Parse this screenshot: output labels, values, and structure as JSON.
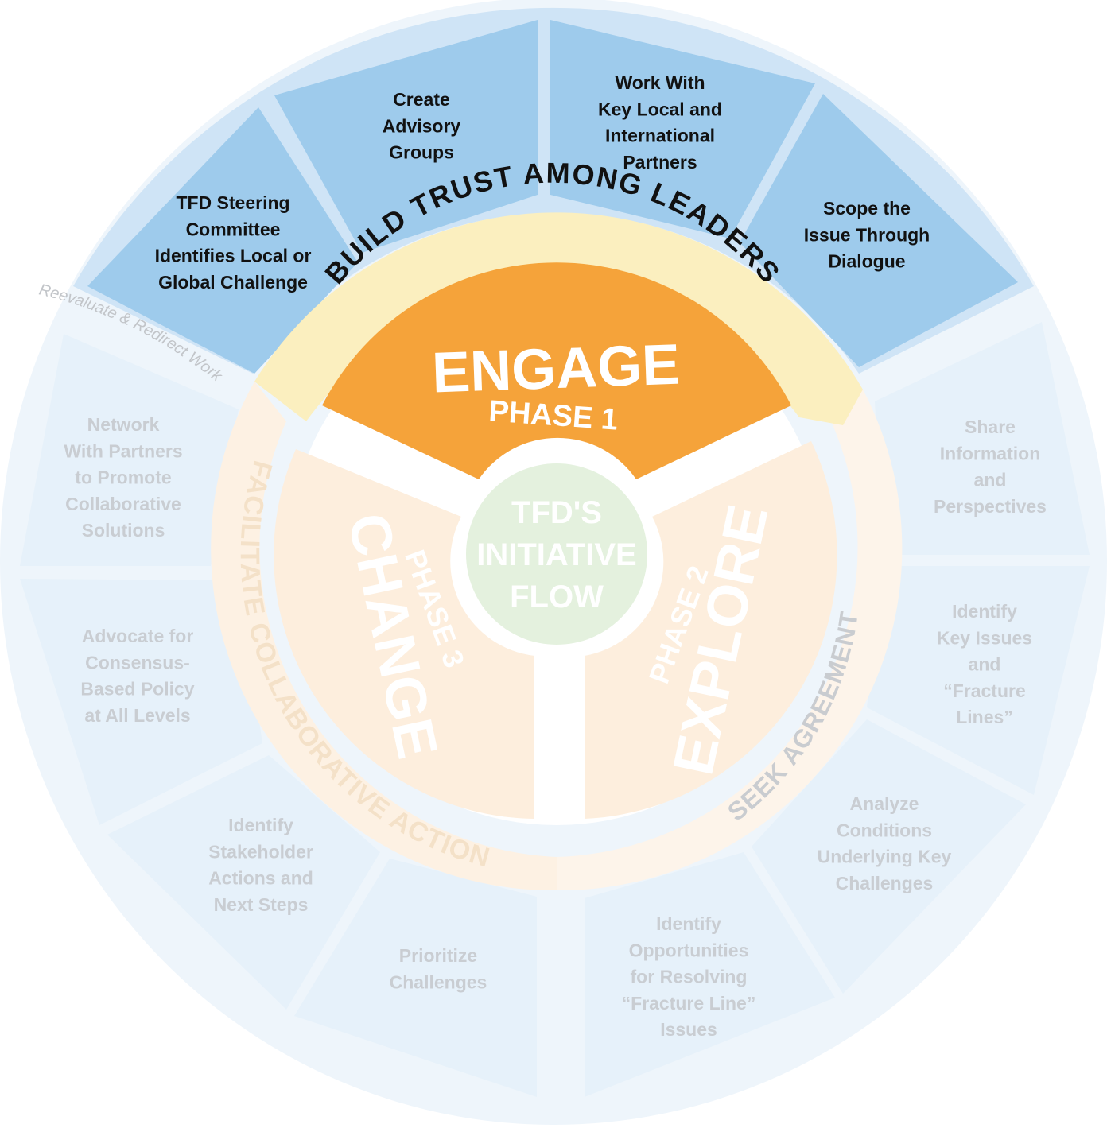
{
  "center": {
    "lines": [
      "TFD'S",
      "INITIATIVE",
      "FLOW"
    ]
  },
  "phases": {
    "engage": {
      "name": "ENGAGE",
      "sub": "PHASE 1"
    },
    "explore": {
      "name": "EXPLORE",
      "sub": "PHASE 2"
    },
    "change": {
      "name": "CHANGE",
      "sub": "PHASE 3"
    }
  },
  "ring_labels": {
    "build_trust": "BUILD TRUST AMONG LEADERS",
    "seek_agreement": "SEEK AGREEMENT",
    "facilitate": "FACILITATE COLLABORATIVE ACTION",
    "reevaluate": "Reevaluate & Redirect Work"
  },
  "steps": {
    "engage": [
      [
        "TFD Steering",
        "Committee",
        "Identifies Local or",
        "Global Challenge"
      ],
      [
        "Create",
        "Advisory",
        "Groups"
      ],
      [
        "Work With",
        "Key Local and",
        "International",
        "Partners"
      ],
      [
        "Scope the",
        "Issue Through",
        "Dialogue"
      ]
    ],
    "explore": [
      [
        "Share",
        "Information",
        "and",
        "Perspectives"
      ],
      [
        "Identify",
        "Key Issues",
        "and",
        "“Fracture",
        "Lines”"
      ],
      [
        "Analyze",
        "Conditions",
        "Underlying Key",
        "Challenges"
      ],
      [
        "Identify",
        "Opportunities",
        "for Resolving",
        "“Fracture Line”",
        "Issues"
      ]
    ],
    "change": [
      [
        "Prioritize",
        "Challenges"
      ],
      [
        "Identify",
        "Stakeholder",
        "Actions and",
        "Next Steps"
      ],
      [
        "Advocate for",
        "Consensus-",
        "Based Policy",
        "at All Levels"
      ],
      [
        "Network",
        "With Partners",
        "to Promote",
        "Collaborative",
        "Solutions"
      ]
    ]
  },
  "colors": {
    "engage_orange": "#f5a33a",
    "outer_blue": "#9ecbec",
    "outer_blue_faded": "#e9f3fb",
    "trust_band": "#fbefbf",
    "phase_faded": "#fdeedd",
    "center_green": "#e4f1de"
  }
}
